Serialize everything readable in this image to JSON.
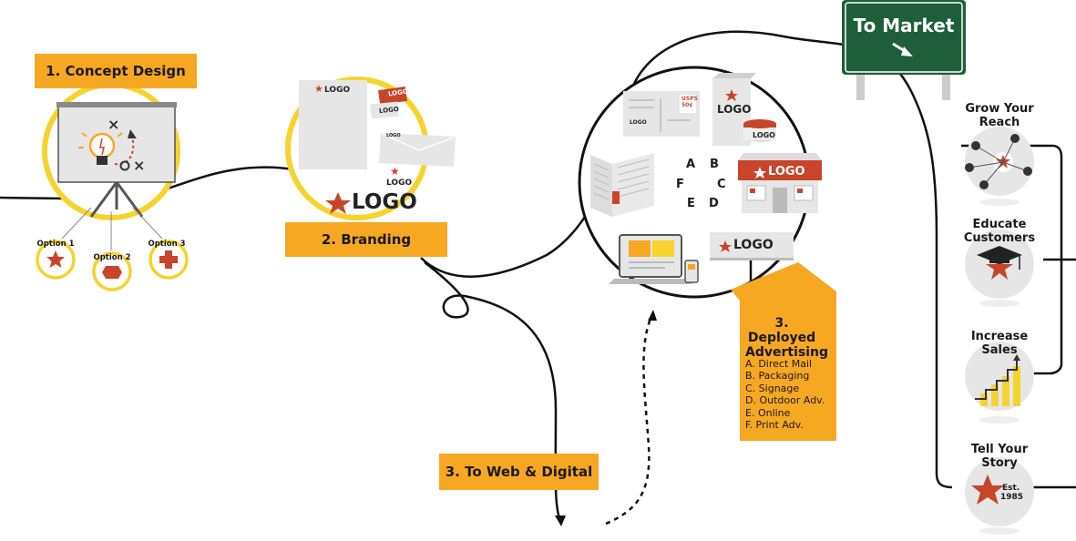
{
  "steps": {
    "concept": "1. Concept Design",
    "branding": "2. Branding",
    "web": "3. To Web & Digital",
    "deployed": "3. Deployed Advertising"
  },
  "options": [
    "Option 1",
    "Option 2",
    "Option 3"
  ],
  "brand": {
    "logo": "LOGO",
    "stamp_line1": "USPS",
    "stamp_line2": "50¢"
  },
  "signpost": "To Market",
  "letters": [
    "A",
    "B",
    "F",
    "C",
    "E",
    "D"
  ],
  "deployed_items": [
    "A.  Direct Mail",
    "B.  Packaging",
    "C.  Signage",
    "D.  Outdoor Adv.",
    "E.  Online",
    "F.  Print Adv."
  ],
  "benefits": [
    {
      "line1": "Grow Your",
      "line2": "Reach"
    },
    {
      "line1": "Educate",
      "line2": "Customers"
    },
    {
      "line1": "Increase",
      "line2": "Sales"
    },
    {
      "line1": "Tell Your",
      "line2": "Story"
    }
  ],
  "badge": {
    "line1": "Est.",
    "line2": "1985"
  },
  "colors": {
    "orange": "#f7a823",
    "yellow_ring": "#f6d32d",
    "red": "#c8452b",
    "sign_green": "#1e5e3a",
    "gray": "#e6e6e6",
    "ink": "#111111"
  },
  "icons": [
    "lightbulb-icon",
    "star-icon",
    "hexagon-icon",
    "plus-icon",
    "laptop-icon",
    "phone-icon",
    "storefront-icon",
    "graduation-cap-icon",
    "bar-chart-icon",
    "person-icon",
    "arrow-icon"
  ]
}
